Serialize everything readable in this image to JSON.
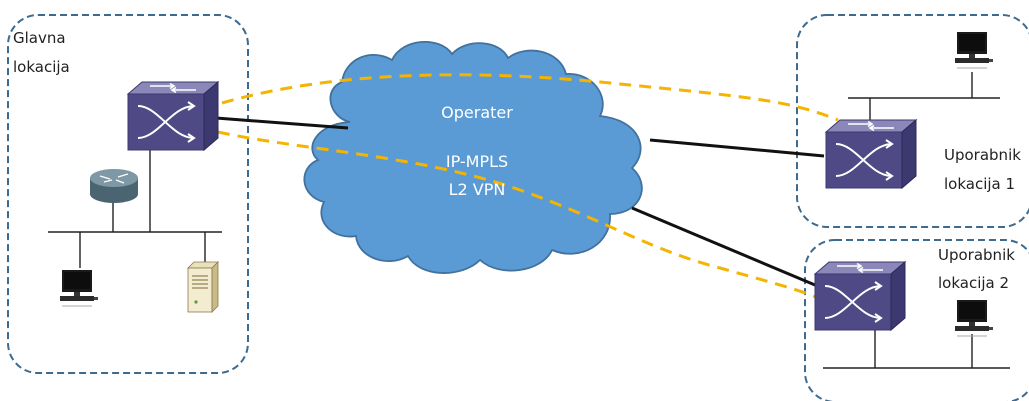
{
  "labels": {
    "main_site_line1": "Glavna",
    "main_site_line2": "lokacija",
    "cloud_title": "Operater",
    "cloud_line1": "IP-MPLS",
    "cloud_line2": "L2 VPN",
    "user1_line1": "Uporabnik",
    "user1_line2": "lokacija 1",
    "user2_line1": "Uporabnik",
    "user2_line2": "lokacija 2"
  },
  "colors": {
    "site_border": "#3d6a8f",
    "cloud_fill": "#5b9bd5",
    "cloud_stroke": "#41719c",
    "switch_top": "#8b87b8",
    "switch_front": "#4f4a86",
    "switch_side": "#3c3870",
    "vpn_dash": "#f4b400",
    "link": "#111111"
  },
  "icons": {
    "switch": "switch-icon",
    "router": "router-icon",
    "server": "server-icon",
    "workstation": "workstation-icon",
    "cloud": "cloud-icon"
  }
}
